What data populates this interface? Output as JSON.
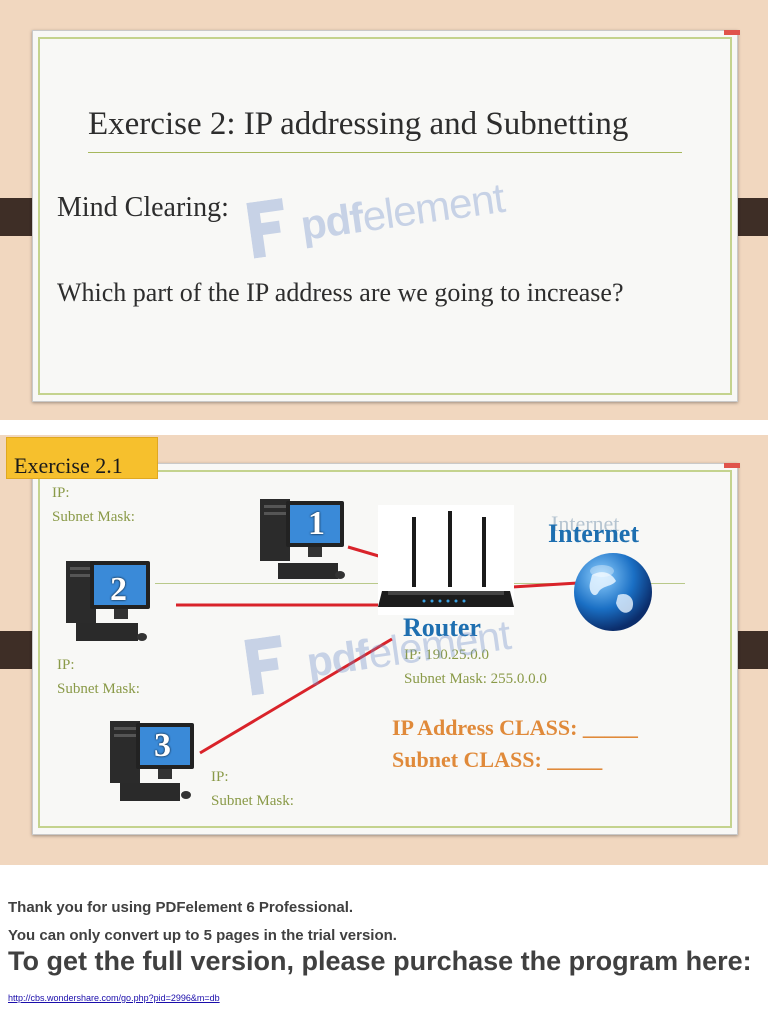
{
  "slide1": {
    "title": "Exercise 2: IP addressing and Subnetting",
    "heading": "Mind Clearing:",
    "question": "Which part of the IP address are we going to increase?"
  },
  "watermark": {
    "brand_bold": "pdf",
    "brand_rest": "element",
    "color": "#6e8cc8"
  },
  "slide2": {
    "label": "Exercise 2.1",
    "pc1": {
      "number": "1"
    },
    "pc2": {
      "number": "2",
      "ip_label": "IP:",
      "mask_label": "Subnet Mask:"
    },
    "pc3": {
      "number": "3",
      "ip_label": "IP:",
      "mask_label": "Subnet Mask:"
    },
    "top_left": {
      "ip_label": "IP:",
      "mask_label": "Subnet Mask:"
    },
    "router": {
      "title": "Router",
      "ip": "IP: 190.25.0.0",
      "mask": "Subnet Mask: 255.0.0.0"
    },
    "internet": {
      "title": "Internet",
      "ghost": "Internet"
    },
    "ip_class": "IP Address CLASS: _____",
    "subnet_class": "Subnet CLASS: _____"
  },
  "footer": {
    "line1": "Thank you for using PDFelement 6 Professional.",
    "line2": "You can only convert up to 5 pages in the trial version.",
    "line3": "To get the full version, please purchase the program here:",
    "link": "http://cbs.wondershare.com/go.php?pid=2996&m=db"
  },
  "colors": {
    "slide_background": "#f1d7bf",
    "card": "#f8f8f6",
    "accent_green": "#c4d38e",
    "label_yellow": "#f6c02d",
    "router_blue": "#1e6fb0",
    "class_orange": "#e08a3a",
    "link_red": "#d9232a"
  },
  "icons": [
    "computer-icon",
    "router-icon",
    "globe-icon"
  ]
}
